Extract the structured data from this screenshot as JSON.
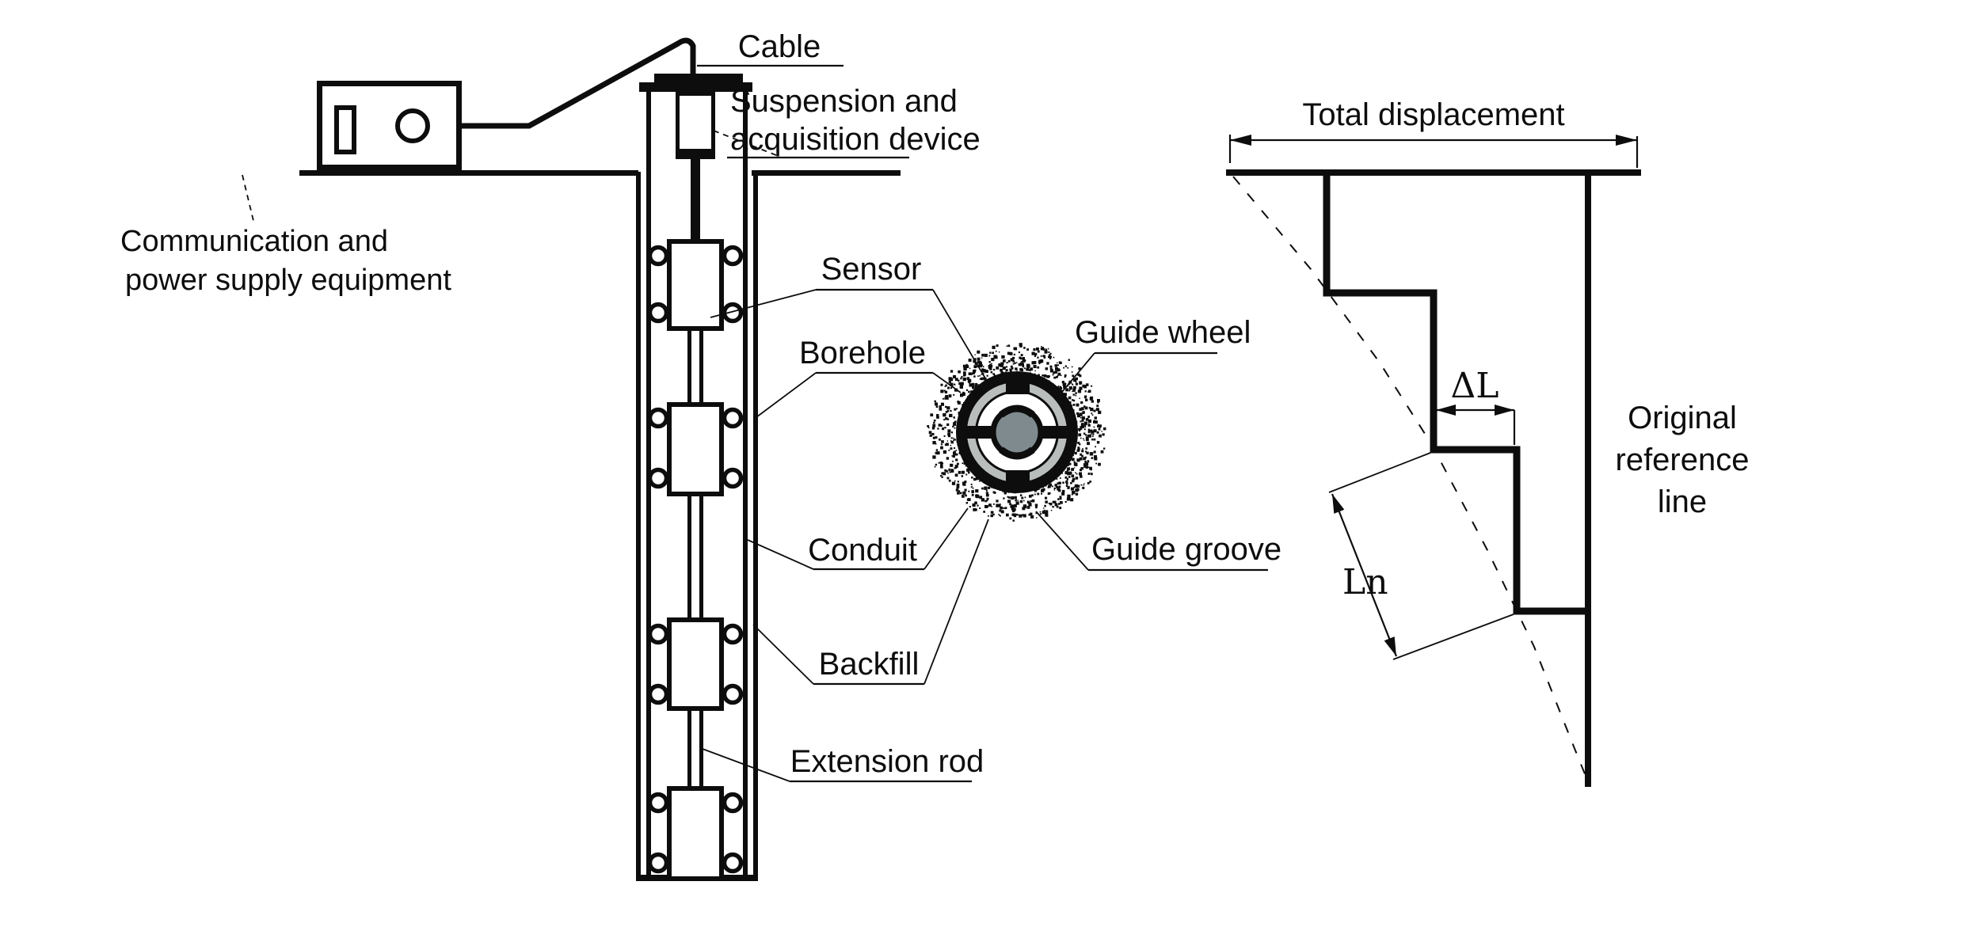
{
  "diagram_title": "Borehole inclinometer monitoring system schematic",
  "colors": {
    "ink": "#0d0d0d",
    "groove_ring": "#b9bdbb",
    "wheel_disc": "#7e8a8e",
    "background": "#ffffff"
  },
  "labels": {
    "cable": "Cable",
    "suspension_line1": "Suspension and",
    "suspension_line2": "acquisition device",
    "comm_line1": "Communication and",
    "comm_line2": "power supply equipment",
    "sensor": "Sensor",
    "borehole": "Borehole",
    "conduit": "Conduit",
    "backfill": "Backfill",
    "extension_rod": "Extension rod",
    "guide_wheel": "Guide wheel",
    "guide_groove": "Guide groove",
    "total_displacement": "Total displacement",
    "delta_l": "ΔL",
    "ln": "Ln",
    "original_ref_line1": "Original",
    "original_ref_line2": "reference",
    "original_ref_line3": "line"
  }
}
